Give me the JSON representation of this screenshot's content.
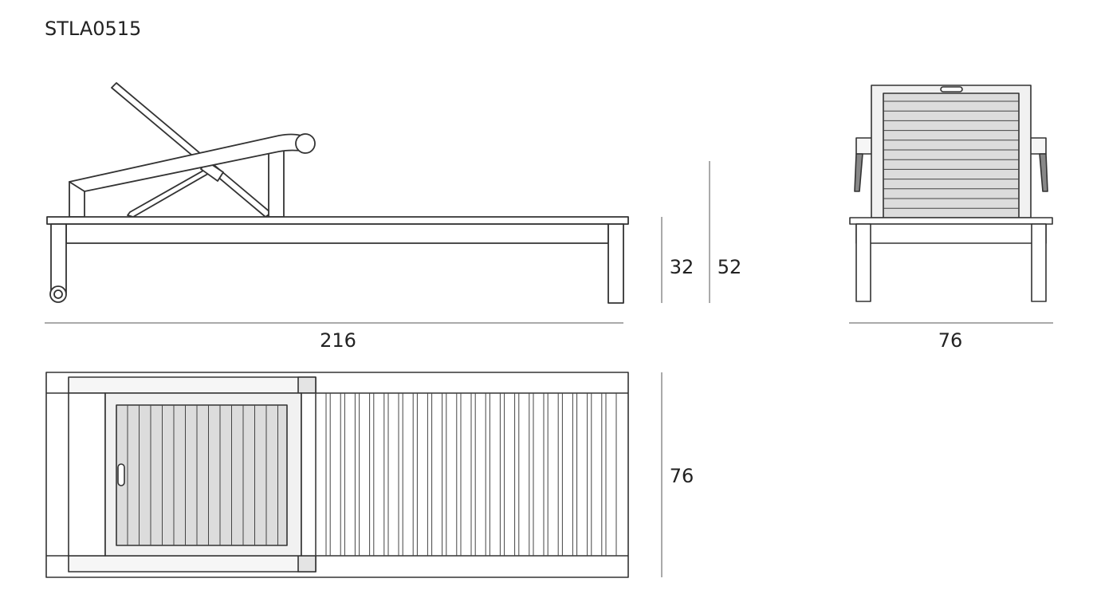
{
  "title": "STLA0515",
  "dimensions": {
    "length": "216",
    "seat_height": "32",
    "total_height": "52",
    "front_width": "76",
    "top_width": "76"
  },
  "colors": {
    "line": "#333333",
    "fill_light": "#f1f1f1",
    "fill_slats": "#dcdcdc",
    "text": "#222222"
  }
}
